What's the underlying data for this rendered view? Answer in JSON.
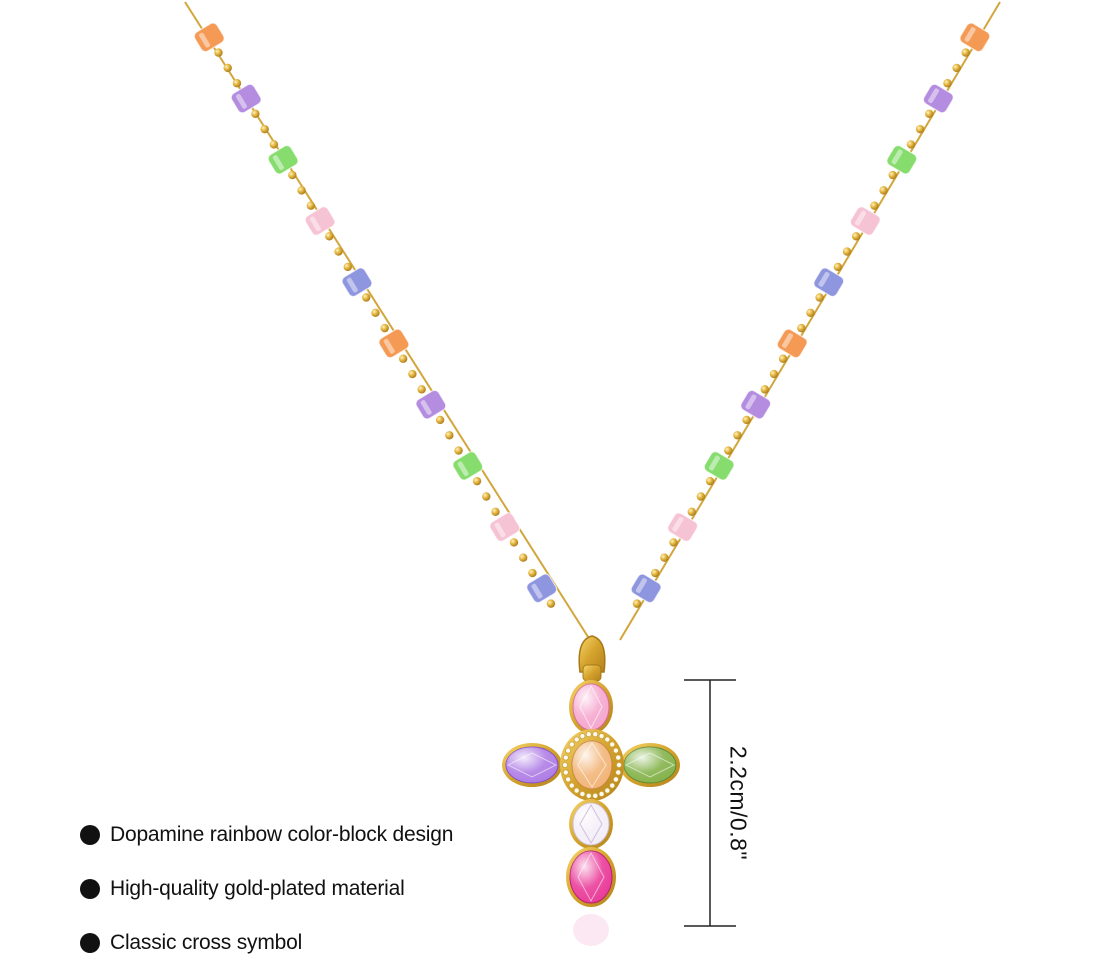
{
  "product": {
    "features": [
      {
        "text": "Dopamine rainbow color-block design"
      },
      {
        "text": "High-quality gold-plated material"
      },
      {
        "text": "Classic cross symbol"
      }
    ],
    "dimension_label": "2.2cm/0.8\""
  },
  "colors": {
    "background": "#ffffff",
    "chain_gold": "#d9a93b",
    "bead_palette": [
      "#f59a55",
      "#b48ce0",
      "#86dd6e",
      "#f6c3d4",
      "#8f96e0"
    ],
    "stone_top": "#f6a9d0",
    "stone_left": "#b07fe6",
    "stone_right": "#86b44e",
    "stone_center": "#f2b67a",
    "stone_lower": "#f4eef8",
    "stone_bottom": "#ea3f9b",
    "text": "#111111"
  },
  "icons": {
    "bullet": "filled-circle-bullet"
  }
}
